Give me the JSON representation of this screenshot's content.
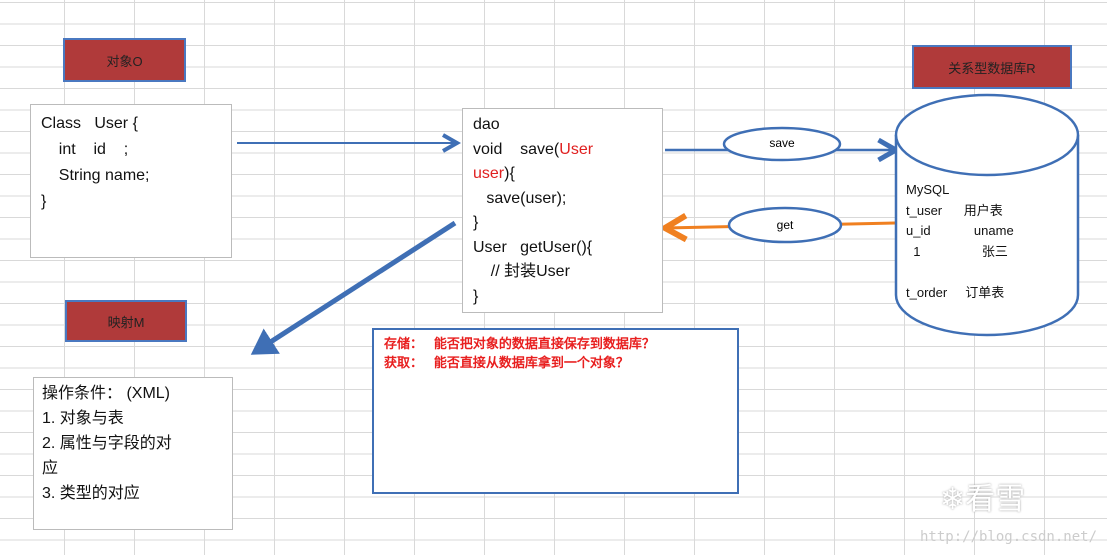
{
  "object_label": "对象O",
  "mapping_label": "映射M",
  "db_label": "关系型数据库R",
  "class_code": [
    "Class   User {",
    "    int    id    ;",
    "    String name;",
    "}"
  ],
  "dao": {
    "l1": "dao",
    "l2a": "void    save(",
    "l2b": "User",
    "l3a": "user",
    "l3b": "){",
    "l4": "   save(user);",
    "l5": "}",
    "l6": "User   getUser(){",
    "l7": "    // 封装User",
    "l8": "}"
  },
  "save_label": "save",
  "get_label": "get",
  "db_content": [
    "MySQL",
    "t_user      用户表",
    "u_id            uname",
    "  1                 张三",
    "",
    "t_order     订单表"
  ],
  "questions": [
    "存储：   能否把对象的数据直接保存到数据库？",
    "获取：   能否直接从数据库拿到一个对象？"
  ],
  "conditions": [
    "操作条件： (XML)",
    "1. 对象与表",
    "2. 属性与字段的对",
    "应",
    "3. 类型的对应"
  ],
  "watermark": {
    "logo": "看雪",
    "url": "http://blog.csdn.net/"
  }
}
